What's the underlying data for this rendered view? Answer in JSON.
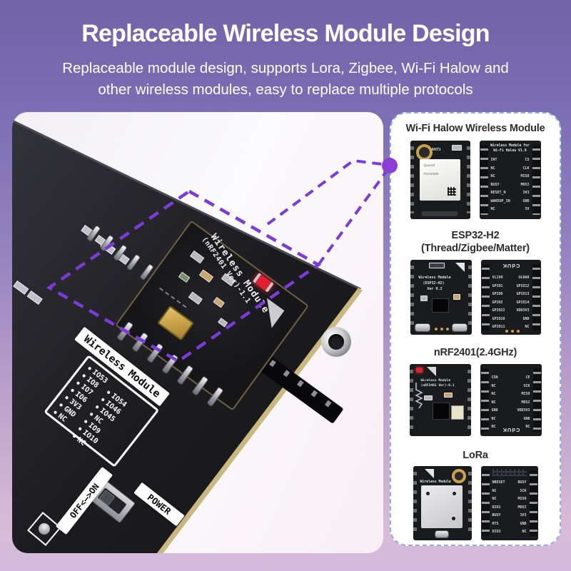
{
  "header": {
    "title": "Replaceable Wireless Module Design",
    "subtitle1": "Replaceable module design, supports Lora, Zigbee, Wi-Fi Halow and",
    "subtitle2": "other wireless modules, easy to replace multiple protocols"
  },
  "photo": {
    "module_text1": "Wireless Module",
    "module_text2": "(nRF2401 Ver)-1.1",
    "ribbon": "Wireless Module",
    "pins_col1": [
      "IO53",
      "IO8",
      "IO7",
      "IO6",
      "3V3",
      "GND",
      "NC"
    ],
    "pins_col2": [
      "IO54",
      "IO46",
      "IO45",
      "NC",
      "IO9",
      "IO10",
      "NC"
    ],
    "off_on": "OFF<—>ON",
    "power": "POWER"
  },
  "panel": {
    "sections": [
      {
        "title1": "Wi-Fi Halow Wireless Module",
        "front": {
          "ant": "ANT1",
          "shield1": "Quectel",
          "shield2": "FGH100M"
        },
        "back": {
          "top1": "Wireless Module for",
          "top2": "Wi-Fi Halow V1.0",
          "pins_left": [
            "INT",
            "NC",
            "NC",
            "BUSY",
            "RESET_N",
            "WAKEUP_IN",
            "NC"
          ],
          "pins_right": [
            "CS",
            "CLK",
            "MISO",
            "MOSI",
            "3V3",
            "GND",
            "5V"
          ]
        }
      },
      {
        "title1": "ESP32-H2",
        "title2": "(Thread/Zigbee/Matter)",
        "front": {
          "line1": "Wireless Module",
          "line2": "(ESP32-H2)",
          "line3": "Ver 0.2"
        },
        "back": {
          "logo": "CdUK",
          "pins_left": [
            "VL1V0",
            "GPIO1",
            "GPIO8",
            "GPIO2",
            "GPIO22",
            "GPIO10",
            "GPIO11"
          ],
          "pins_right": [
            "ULRA0",
            "GPIO12",
            "GPIO13",
            "GPIO14",
            "VDD3V3",
            "GND",
            "NC"
          ]
        }
      },
      {
        "title1": "nRF2401(2.4GHz)",
        "front": {
          "line1": "Wireless Module",
          "line2": "(nRF2401 Ver)-0.1"
        },
        "back": {
          "logo": "CdUK",
          "pins_left": [
            "CSN",
            "NC",
            "NC",
            "NC",
            "GND",
            "NC",
            "NC"
          ],
          "pins_right": [
            "CE",
            "SCK",
            "MISO",
            "MOSI",
            "VDD3V3",
            "GND",
            "NC"
          ]
        }
      },
      {
        "title1": "LoRa",
        "front": {
          "line1": "Wireless Module"
        },
        "back": {
          "pins_left": [
            "NRESET",
            "NC",
            "NC",
            "DIO1",
            "BUSY",
            "RTS",
            "DIO3"
          ],
          "pins_right": [
            "BUSY",
            "SCK",
            "MISO",
            "MOSI",
            "3V3",
            "GND",
            "NC"
          ]
        }
      }
    ]
  },
  "colors": {
    "accent": "#7a3bd8",
    "dot": "#8b3fd6",
    "panel_border": "#93aae6",
    "bg_top": "#7163a7",
    "bg_bottom": "#d7bbd6",
    "title_color": "#ffffff"
  }
}
